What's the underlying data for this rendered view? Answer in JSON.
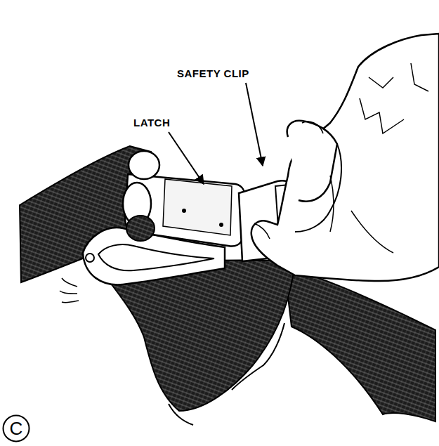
{
  "diagram": {
    "nodes": [
      {
        "text": [
          "C"
        ]
      }
    ],
    "labels": [
      "SAFETY CLIP",
      "LATCH"
    ]
  }
}
